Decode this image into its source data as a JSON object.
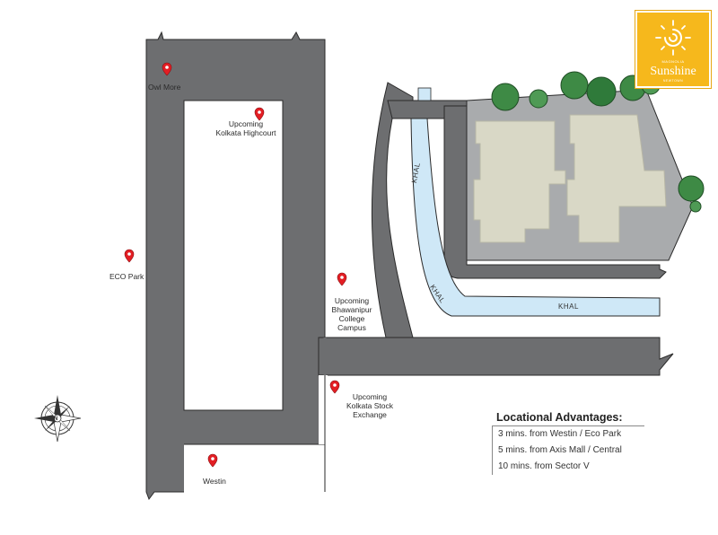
{
  "map": {
    "places": {
      "owl_more": "Owl More",
      "kolkata_highcourt": "Upcoming\nKolkata Highcourt",
      "eco_park": "ECO Park",
      "bhawanipur": "Upcoming\nBhawanipur\nCollege Campus",
      "stock_exchange": "Upcoming\nKolkata Stock Exchange",
      "westin": "Westin"
    },
    "waterways": {
      "khal_1": "KHAL",
      "khal_2": "KHAL",
      "khal_3": "KHAL"
    },
    "compass": {
      "north": "N"
    },
    "colors": {
      "road": "#6d6e70",
      "road_edge": "#2a2a2a",
      "water": "#cfe8f7",
      "site_ground": "#a9abad",
      "building": "#d9d8c6",
      "pin": "#e31e24",
      "tree": "#3e8a45",
      "logo_bg": "#f6b81c"
    }
  },
  "logo": {
    "small_top": "MAGNOLIA",
    "brand": "Sunshine",
    "small_bottom": "NEWTOWN"
  },
  "advantages": {
    "title": "Locational Advantages:",
    "items": [
      "3 mins. from Westin / Eco Park",
      "5 mins. from Axis Mall / Central",
      "10 mins. from Sector V"
    ]
  }
}
